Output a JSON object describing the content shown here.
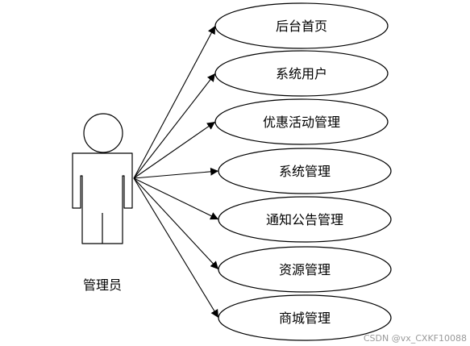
{
  "actor": {
    "label": "管理员"
  },
  "use_cases": [
    {
      "label": "后台首页"
    },
    {
      "label": "系统用户"
    },
    {
      "label": "优惠活动管理"
    },
    {
      "label": "系统管理"
    },
    {
      "label": "通知公告管理"
    },
    {
      "label": "资源管理"
    },
    {
      "label": "商城管理"
    }
  ],
  "watermark": "CSDN @vx_CXKF10088",
  "colors": {
    "stroke": "#000000",
    "background": "#ffffff",
    "watermark": "#9a9a9a"
  }
}
